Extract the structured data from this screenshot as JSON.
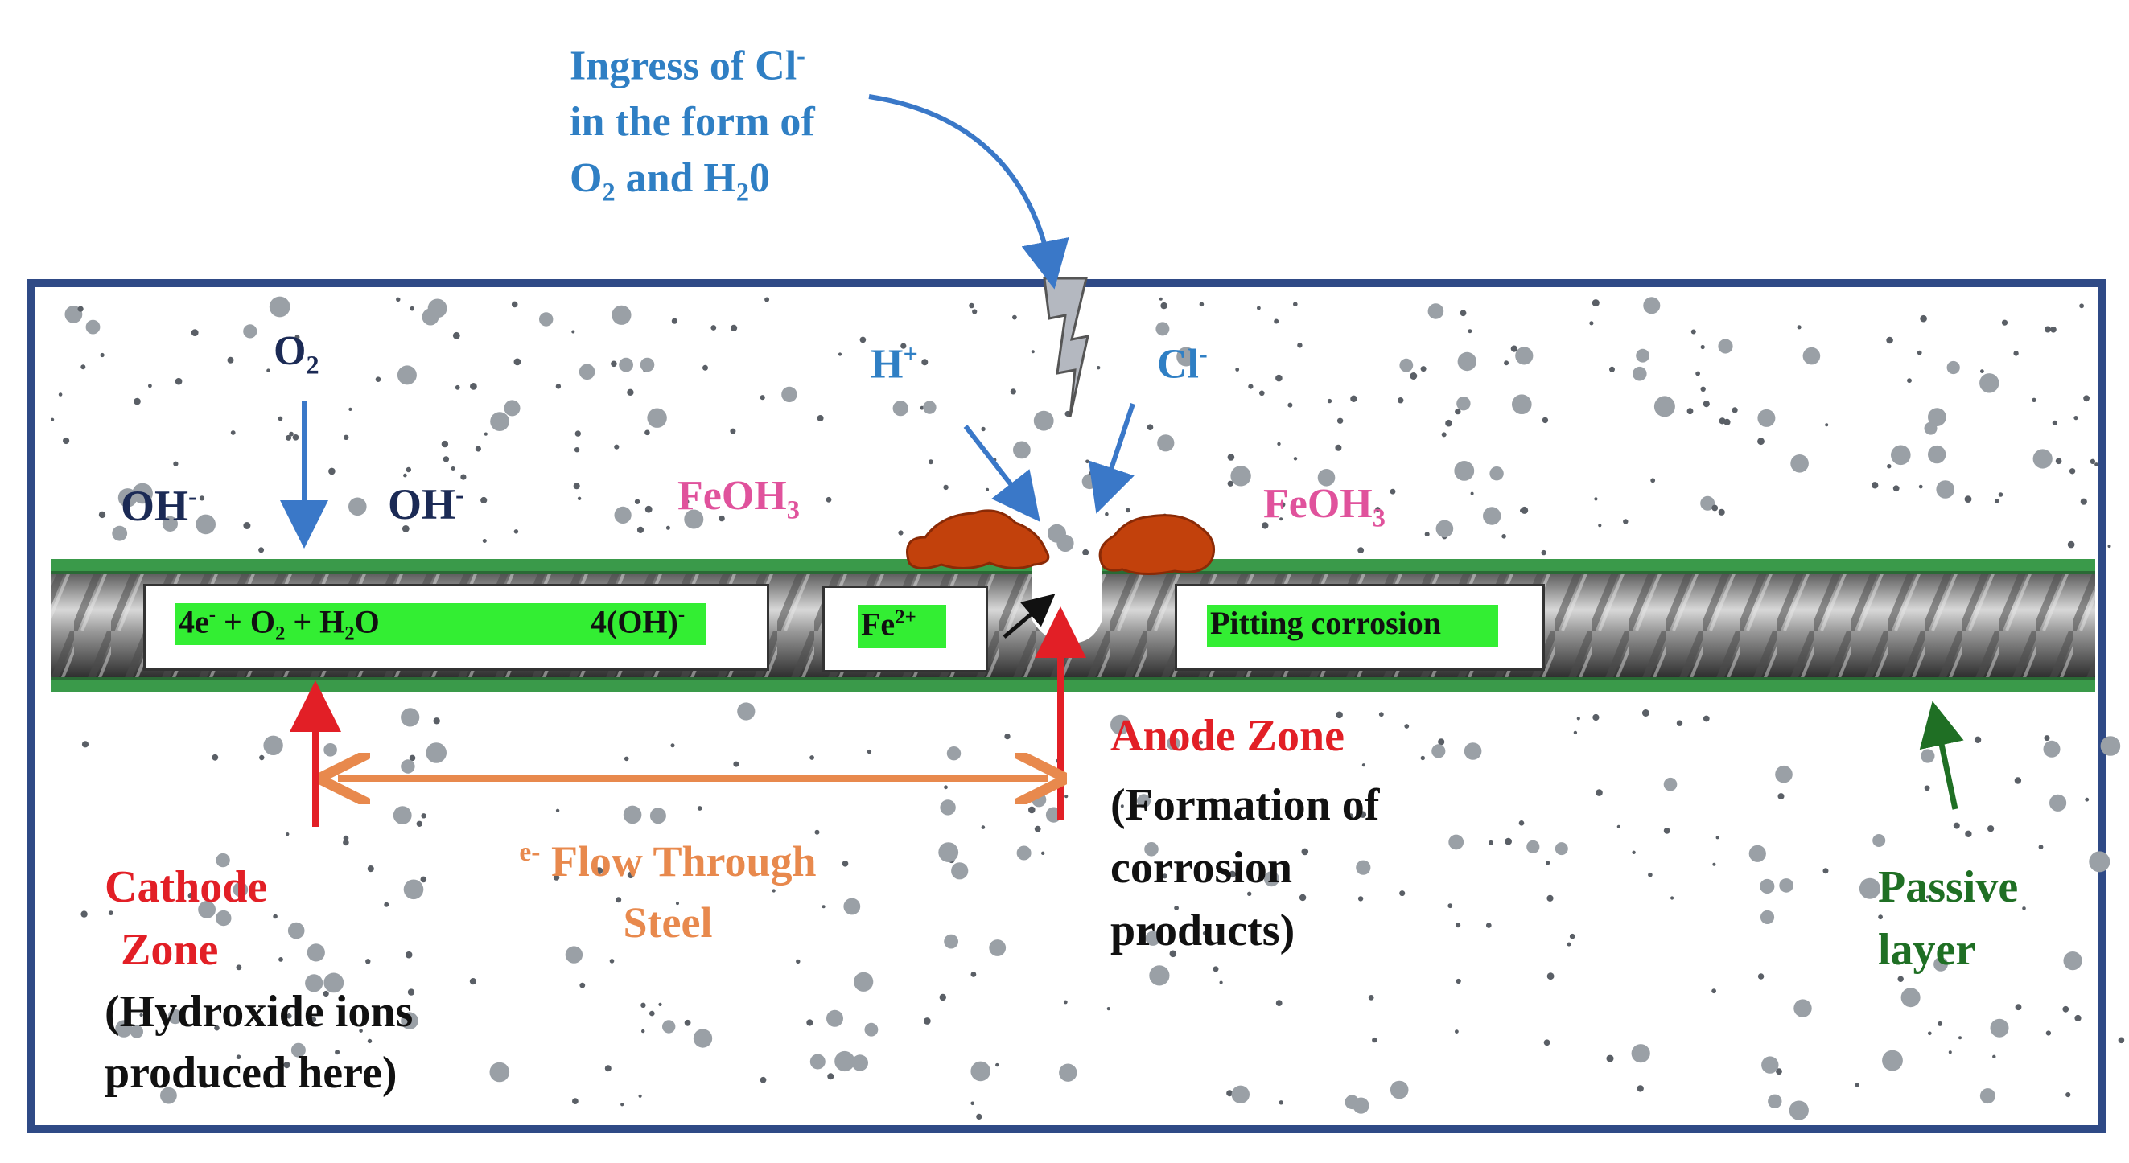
{
  "labels": {
    "ingress_line1": "Ingress of Cl",
    "ingress_line1_sup": "-",
    "ingress_line2": "in the form of",
    "ingress_line3_a": "O",
    "ingress_line3_sub": "2",
    "ingress_line3_b": " and H",
    "ingress_line3_sub2": "2",
    "ingress_line3_c": "0",
    "o2": "O",
    "o2_sub": "2",
    "oh_left": "OH",
    "oh_left_sup": "-",
    "oh_right": "OH",
    "oh_right_sup": "-",
    "h_plus": "H",
    "h_plus_sup": "+",
    "cl_minus": "Cl",
    "cl_minus_sup": "-",
    "feoh3_left": "FeOH",
    "feoh3_left_sub": "3",
    "feoh3_right": "FeOH",
    "feoh3_right_sub": "3",
    "anode_title": "Anode Zone",
    "anode_desc_1": "(Formation of",
    "anode_desc_2": "corrosion",
    "anode_desc_3": "products)",
    "eflow_sup": "e",
    "eflow_sup2": "-",
    "eflow_1": " Flow Through",
    "eflow_2": "Steel",
    "cathode_1": "Cathode",
    "cathode_2": "Zone",
    "cathode_desc_1": "(Hydroxide ions",
    "cathode_desc_2": "produced here)",
    "passive_1": "Passive",
    "passive_2": "layer"
  },
  "equation": {
    "a": "4e",
    "a_sup": "-",
    "b": " + O",
    "b_sub": "2",
    "c": " + H",
    "c_sub": "2",
    "d": "O",
    "e": "4(OH)",
    "e_sup": "-"
  },
  "fe_box": {
    "text": "Fe",
    "sup": "2+"
  },
  "pitting_box": {
    "text": "Pitting corrosion"
  },
  "colors": {
    "frame": "#2f4a86",
    "rebar_dark": "#3a3a3a",
    "passive_green": "#3a9a4a",
    "rust": "#c2410c",
    "highlight": "#33ee33",
    "blue_text": "#2f7fc4",
    "red_arrow": "#e21f26",
    "orange_arrow": "#e8894d",
    "green_arrow": "#1f6f24"
  }
}
